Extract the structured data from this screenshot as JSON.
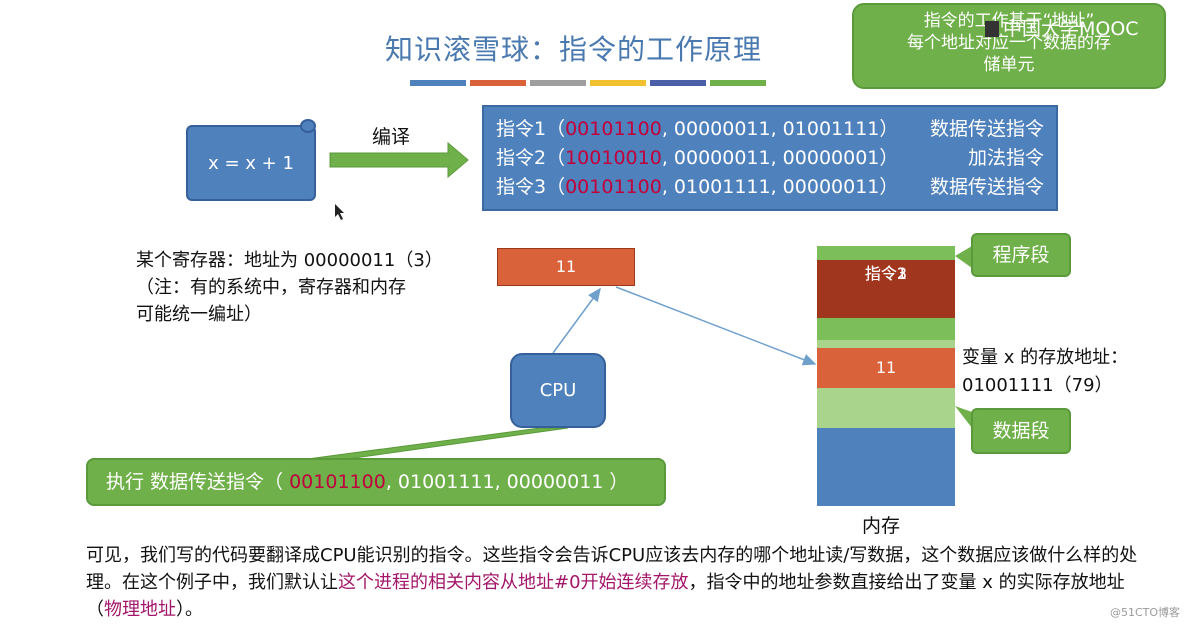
{
  "title": "知识滚雪球：指令的工作原理",
  "title_bar_colors": [
    "#4f81bd",
    "#d9623a",
    "#9e9e9e",
    "#f2c12e",
    "#4a5fa8",
    "#6fb04a"
  ],
  "callout": {
    "line1": "指令的工作基于“地址”",
    "line2": "每个地址对应一个数据的存",
    "line3": "储单元"
  },
  "watermark": "中国大学MOOC",
  "source_code": "x = x + 1",
  "compile_label": "编译",
  "instructions": [
    {
      "name": "指令1（",
      "opcode": "00101100",
      "operands": ", 00000011, 01001111）",
      "desc": "数据传送指令"
    },
    {
      "name": "指令2（",
      "opcode": "10010010",
      "operands": ", 00000011, 00000001）",
      "desc": "加法指令"
    },
    {
      "name": "指令3（",
      "opcode": "00101100",
      "operands": ", 01001111, 00000011）",
      "desc": "数据传送指令"
    }
  ],
  "register": {
    "line1": "某个寄存器：地址为 00000011（3）",
    "line2": "（注：有的系统中，寄存器和内存",
    "line3": "可能统一编址）",
    "value": "11"
  },
  "cpu_label": "CPU",
  "execute": {
    "prefix": "执行 数据传送指令（ ",
    "opcode": "00101100",
    "rest": ", 01001111, 00000011 ）"
  },
  "memory": {
    "label": "内存",
    "instr_lines": [
      "指令1",
      "指令2",
      "指令3"
    ],
    "value": "11",
    "segments": {
      "program": "程序段",
      "data": "数据段"
    }
  },
  "variable": {
    "line1": "变量 x 的存放地址：",
    "line2": "01001111（79）"
  },
  "paragraph": {
    "part1": "可见，我们写的代码要翻译成CPU能识别的指令。这些指令会告诉CPU应该去内存的哪个地址读/写数据，这个数据应该做什么样的处理。在这个例子中，我们默认让",
    "highlight1": "这个进程的相关内容从地址#0开始连续存放",
    "part2": "，指令中的地址参数直接给出了变量 x 的实际存放地址（",
    "highlight2": "物理地址",
    "part3": "）。"
  },
  "corner_watermark": "@51CTO博客"
}
